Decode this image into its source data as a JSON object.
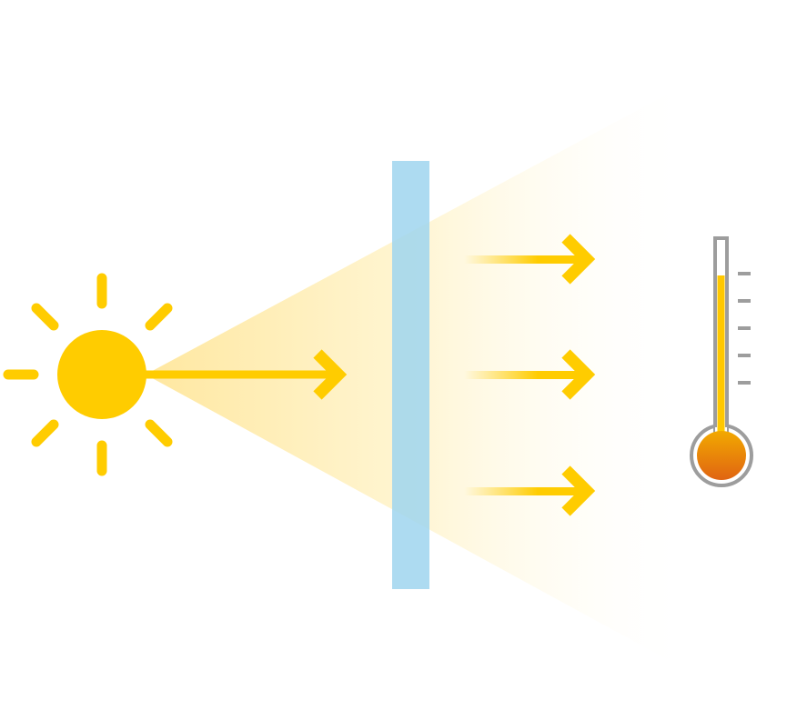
{
  "diagram": {
    "elements": [
      "sun-icon",
      "light-beam",
      "incoming-arrow",
      "glass-pane",
      "transmitted-arrows",
      "thermometer-icon"
    ],
    "transmitted_arrow_count": 3,
    "thermometer_level_percent": 80,
    "thermometer_tick_count": 5
  },
  "colors": {
    "sun": "#FFCC00",
    "beam": "#FFE9A8",
    "glass": "#9FD5EF",
    "thermometer_outline": "#9D9D9D",
    "thermometer_fill": "#FFC800",
    "bulb_top": "#F2A900",
    "bulb_bottom": "#E06A10"
  }
}
